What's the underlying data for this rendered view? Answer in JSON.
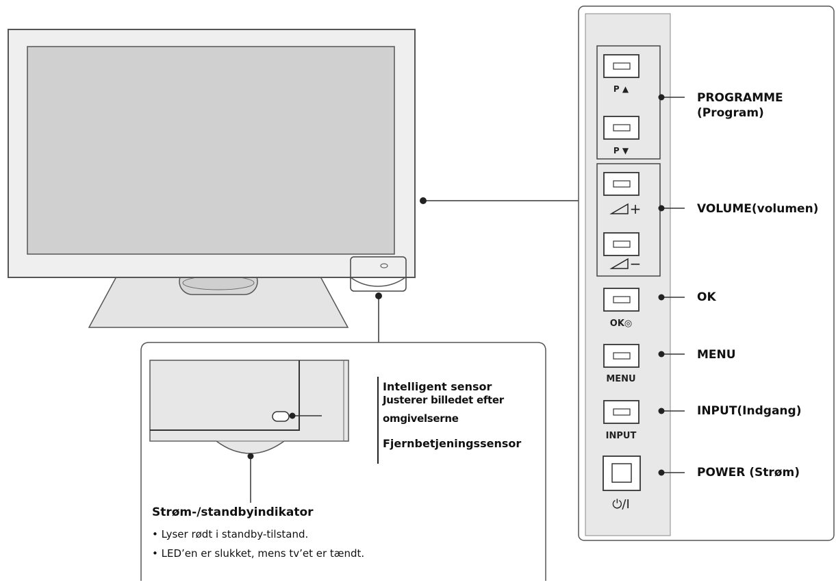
{
  "panel_labels": {
    "programme": "PROGRAMME",
    "programme_sub": "(Program)",
    "volume": "VOLUME(volumen)",
    "ok": "OK",
    "menu": "MENU",
    "input": "INPUT(Indgang)",
    "power": "POWER (Strøm)"
  },
  "button_captions": {
    "p_up": "P ▲",
    "p_down": "P ▼",
    "vol_up": "+",
    "vol_down": "−",
    "ok": "OK◎",
    "menu": "MENU",
    "input": "INPUT",
    "power": "⏻/I"
  },
  "sensor": {
    "line1": "Intelligent sensor",
    "line2": "Justerer billedet efter",
    "line3": "omgivelserne",
    "line4": "Fjernbetjeningssensor"
  },
  "indicator": {
    "title": "Strøm-/standbyindikator",
    "bullet1": "• Lyser rødt i standby-tilstand.",
    "bullet2": "• LED’en er slukket, mens tv’et er tændt."
  }
}
